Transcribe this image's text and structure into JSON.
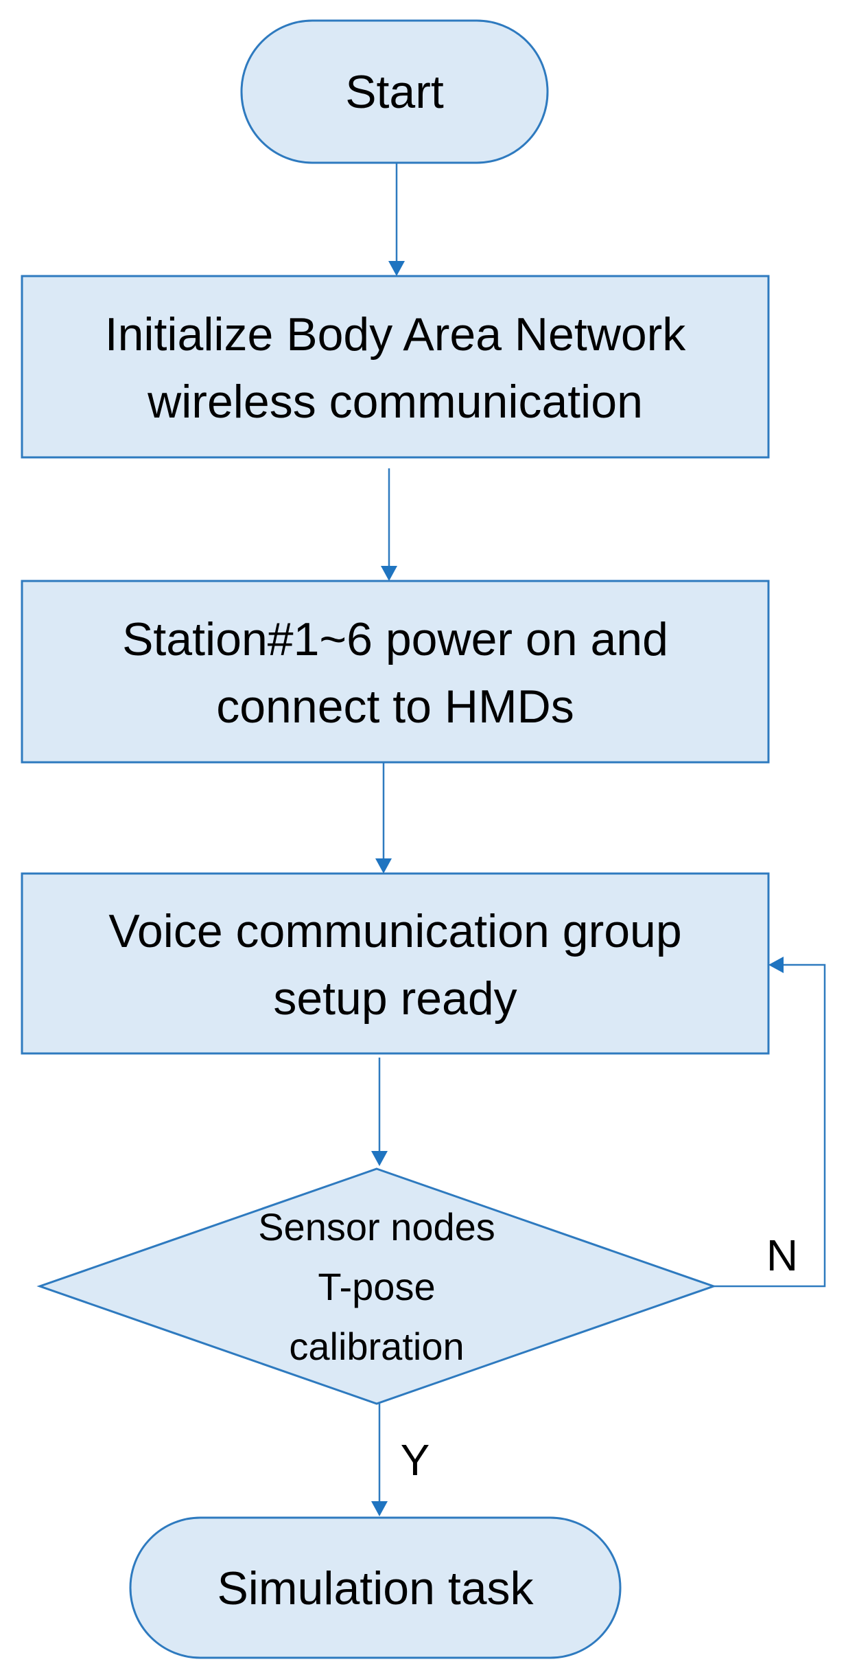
{
  "diagram": {
    "nodes": {
      "start": {
        "label": "Start"
      },
      "init": {
        "line1": "Initialize Body Area Network",
        "line2": "wireless communication"
      },
      "station": {
        "line1": "Station#1~6 power on and",
        "line2": "connect to HMDs"
      },
      "voice": {
        "line1": "Voice communication group",
        "line2": "setup ready"
      },
      "calibration": {
        "line1": "Sensor nodes",
        "line2": "T-pose",
        "line3": "calibration"
      },
      "simulation": {
        "label": "Simulation task"
      }
    },
    "edge_labels": {
      "no": "N",
      "yes": "Y"
    },
    "colors": {
      "fill": "#dbe9f6",
      "stroke": "#2e7abf",
      "arrow": "#1f74c0"
    }
  }
}
